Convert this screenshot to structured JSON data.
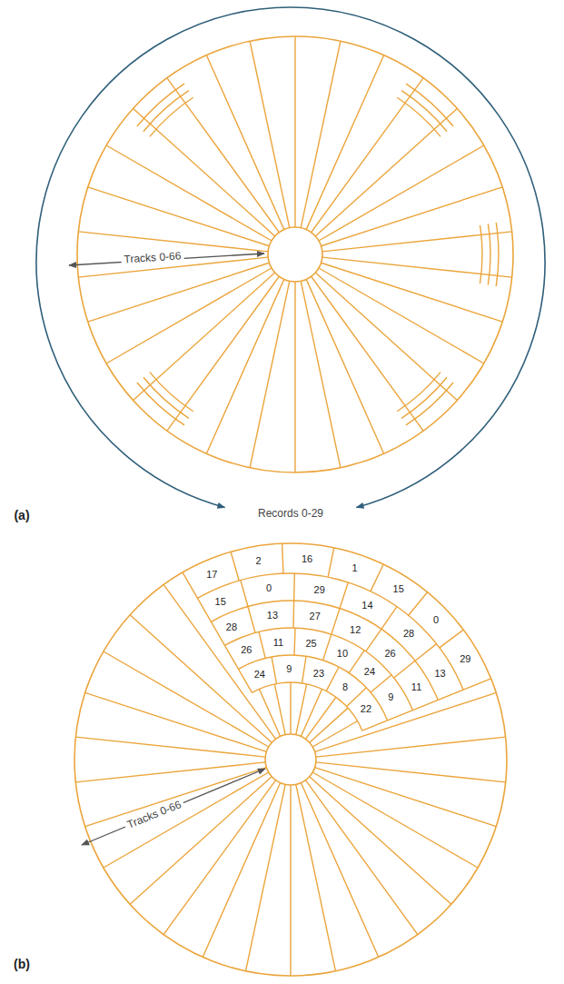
{
  "diagram": {
    "labels": [
      "Tracks 0-66",
      "Records 0-29",
      "(a)",
      "17",
      "2",
      "16",
      "1",
      "15",
      "0",
      "29",
      "15",
      "0",
      "29",
      "14",
      "28",
      "13",
      "28",
      "13",
      "27",
      "12",
      "26",
      "11",
      "26",
      "11",
      "25",
      "10",
      "24",
      "9",
      "24",
      "9",
      "23",
      "8",
      "22",
      "Tracks 0-66",
      "(b)"
    ]
  }
}
